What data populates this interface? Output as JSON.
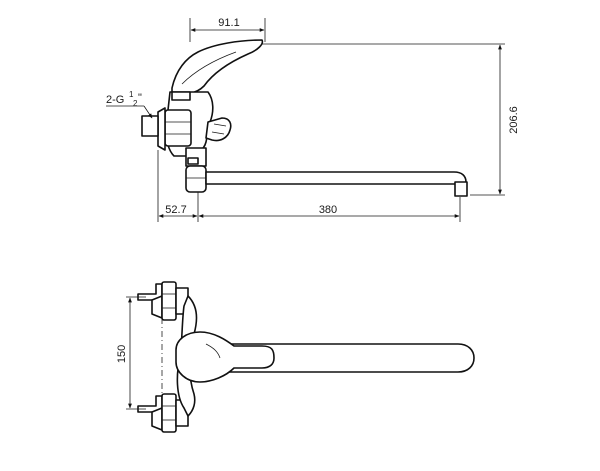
{
  "dimensions": {
    "handle_width": "91.1",
    "height": "206.6",
    "connection_label": "2-G",
    "connection_fraction_num": "1",
    "connection_fraction_den": "2",
    "connection_unit": "\"",
    "offset": "52.7",
    "spout_length": "380",
    "center_distance": "150"
  }
}
